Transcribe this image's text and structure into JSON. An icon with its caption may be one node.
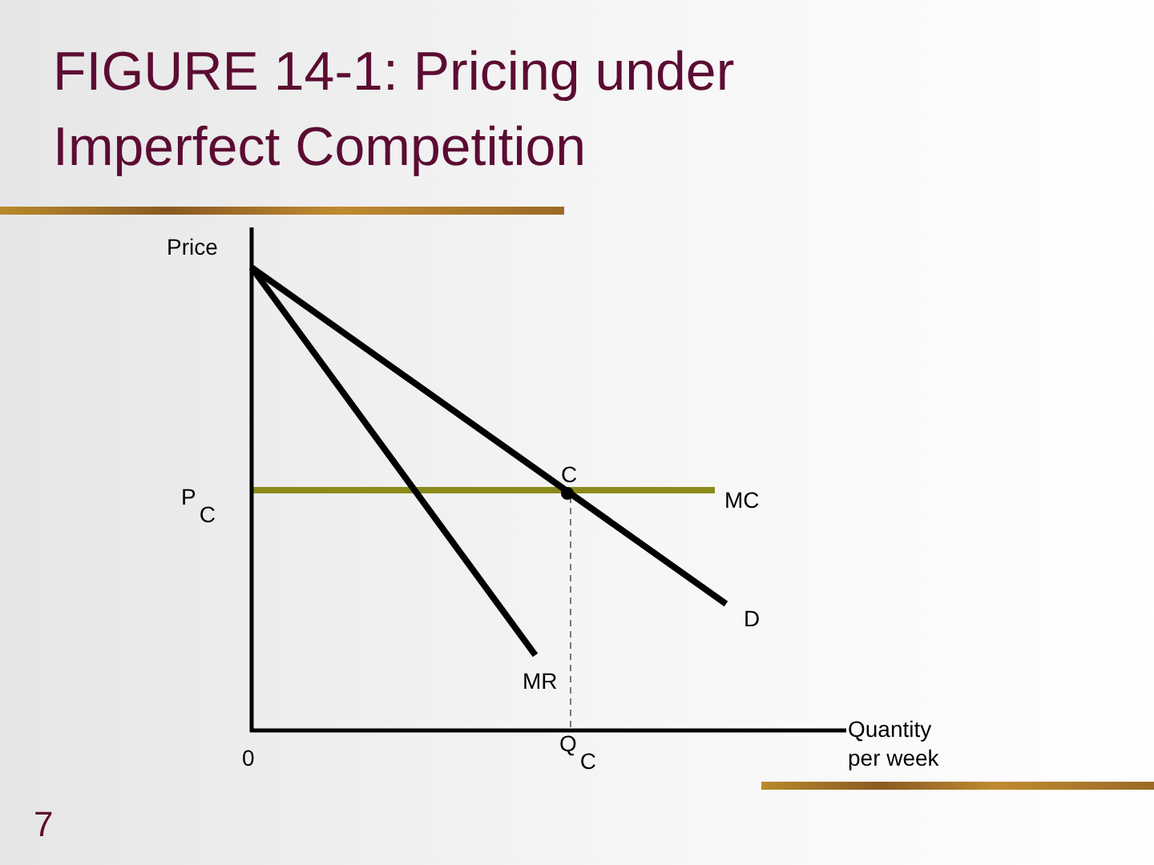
{
  "diagram": {
    "title": "FIGURE 14-1: Pricing under Imperfect Competition",
    "labels": [
      "Price",
      "C",
      "P$_{C}$",
      "MC",
      "D",
      "MR",
      "0",
      "Q$_{C}$",
      "Quantity per week",
      "7"
    ]
  }
}
